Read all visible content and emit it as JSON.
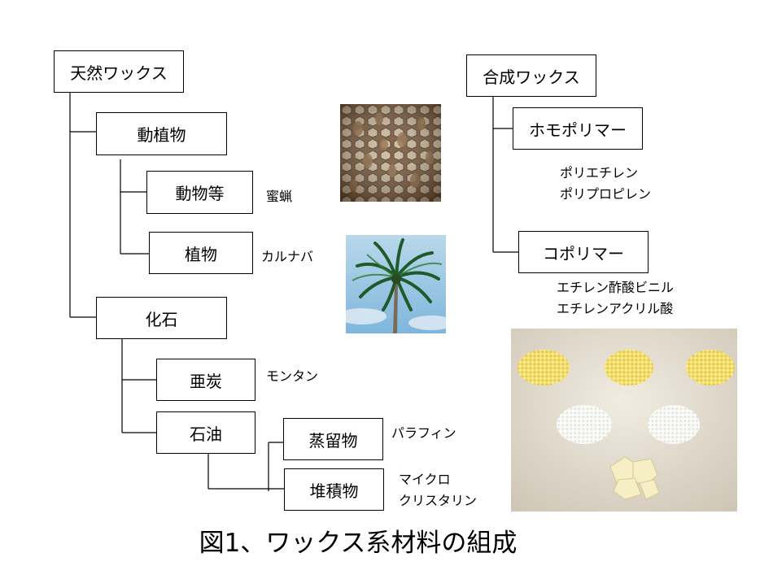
{
  "natural": {
    "root": "天然ワックス",
    "animal_plant": "動植物",
    "animal": "動物等",
    "animal_example": "蜜蝋",
    "plant": "植物",
    "plant_example": "カルナバ",
    "fossil": "化石",
    "lignite": "亜炭",
    "lignite_example": "モンタン",
    "petroleum": "石油",
    "distillate": "蒸留物",
    "distillate_example": "パラフィン",
    "sediment": "堆積物",
    "sediment_example_line1": "マイクロ",
    "sediment_example_line2": "クリスタリン"
  },
  "synthetic": {
    "root": "合成ワックス",
    "homopolymer": "ホモポリマー",
    "homopolymer_example_line1": "ポリエチレン",
    "homopolymer_example_line2": "ポリプロピレン",
    "copolymer": "コポリマー",
    "copolymer_example_line1": "エチレン酢酸ビニル",
    "copolymer_example_line2": "エチレンアクリル酸"
  },
  "caption": "図1、ワックス系材料の組成"
}
